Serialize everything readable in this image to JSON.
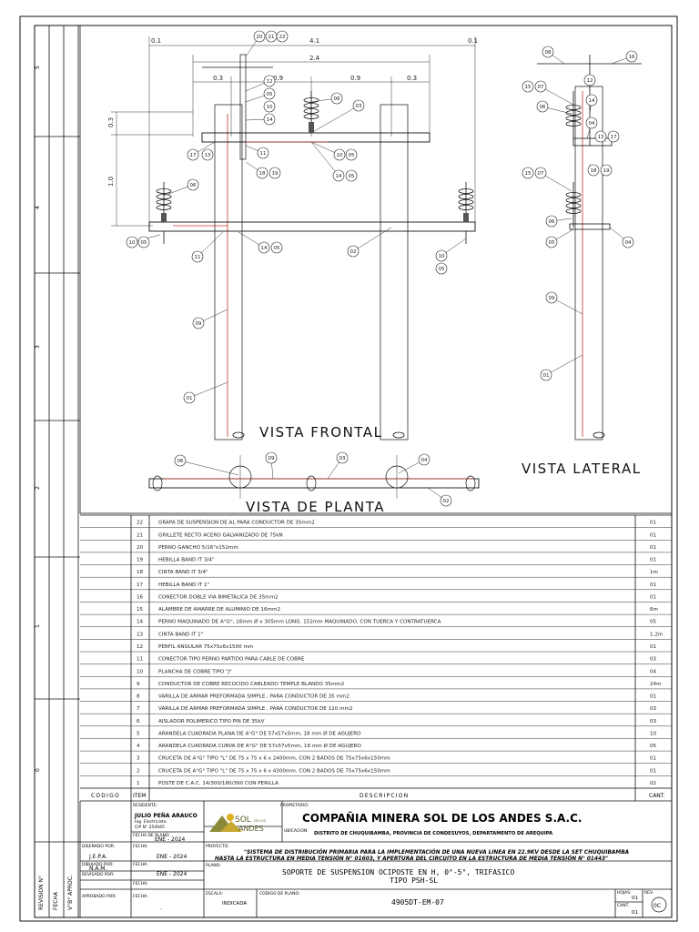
{
  "views": {
    "front": "VISTA FRONTAL",
    "side": "VISTA LATERAL",
    "plan": "VISTA DE PLANTA"
  },
  "dimensions": {
    "top_total": "4.1",
    "sub_total": "2.4",
    "d1": "0.3",
    "d2": "0.9",
    "d3": "0.9",
    "d4": "0.3",
    "edge": "0.1",
    "vertical_top": "0.3",
    "vertical_mid": "1.0"
  },
  "callouts_front": [
    "20",
    "21",
    "22",
    "12",
    "05",
    "10",
    "14",
    "06",
    "03",
    "17",
    "13",
    "11",
    "10",
    "05",
    "18",
    "19",
    "14",
    "05",
    "06",
    "10",
    "05",
    "11",
    "14",
    "05",
    "02",
    "10",
    "05",
    "09",
    "01"
  ],
  "callouts_side": [
    "08",
    "16",
    "15",
    "07",
    "12",
    "06",
    "14",
    "04",
    "13",
    "17",
    "18",
    "19",
    "15",
    "07",
    "06",
    "05",
    "04",
    "09",
    "01"
  ],
  "callouts_plan": [
    "06",
    "09",
    "03",
    "04",
    "02"
  ],
  "zones_left": [
    "5",
    "4",
    "3",
    "2",
    "1",
    "0"
  ],
  "bom": {
    "header_code": "CODIGO",
    "header_item": "ITEM",
    "header_desc": "DESCRIPCION",
    "header_qty": "CANT.",
    "rows": [
      {
        "item": "22",
        "desc": "GRAPA DE SUSPENSION DE AL PARA CONDUCTOR DE 35mm2",
        "qty": "01"
      },
      {
        "item": "21",
        "desc": "GRILLETE RECTO ACERO GALVANIZADO DE 75kN",
        "qty": "01"
      },
      {
        "item": "20",
        "desc": "PERNO GANCHO 5/16\"x152mm",
        "qty": "01"
      },
      {
        "item": "19",
        "desc": "HEBILLA BAND IT 3/4\"",
        "qty": "01"
      },
      {
        "item": "18",
        "desc": "CINTA BAND IT 3/4\"",
        "qty": "1m"
      },
      {
        "item": "17",
        "desc": "HEBILLA BAND IT 1\"",
        "qty": "01"
      },
      {
        "item": "16",
        "desc": "CONECTOR DOBLE VIA BIMETALICA DE 35mm2",
        "qty": "01"
      },
      {
        "item": "15",
        "desc": "ALAMBRE DE AMARRE DE ALUMINIO DE 16mm2",
        "qty": "6m"
      },
      {
        "item": "14",
        "desc": "PERNO MAQUINADO DE A°G°, 16mm Ø x 305mm LONG. 152mm MAQUINADO, CON TUERCA Y CONTRATUERCA",
        "qty": "05"
      },
      {
        "item": "13",
        "desc": "CINTA BAND IT 1\"",
        "qty": "1.2m"
      },
      {
        "item": "12",
        "desc": "PERFIL ANGULAR 75x75x6x1500 mm",
        "qty": "01"
      },
      {
        "item": "11",
        "desc": "CONECTOR TIPO PERNO PARTIDO PARA CABLE DE COBRE",
        "qty": "03"
      },
      {
        "item": "10",
        "desc": "PLANCHA DE COBRE TIPO \"J\"",
        "qty": "04"
      },
      {
        "item": "9",
        "desc": "CONDUCTOR DE COBRE RECOCIDO CABLEADO TEMPLE BLANDO 35mm2",
        "qty": "24m"
      },
      {
        "item": "8",
        "desc": "VARILLA DE ARMAR PREFORMADA SIMPLE , PARA CONDUCTOR DE 35 mm2",
        "qty": "01"
      },
      {
        "item": "7",
        "desc": "VARILLA DE ARMAR PREFORMADA SIMPLE , PARA CONDUCTOR DE 120 mm2",
        "qty": "03"
      },
      {
        "item": "6",
        "desc": "AISLADOR POLIMERICO TIPO PIN DE 35kV",
        "qty": "03"
      },
      {
        "item": "5",
        "desc": "ARANDELA CUADRADA PLANA DE A°G° DE 57x57x5mm, 18 mm Ø DE AGUJERO",
        "qty": "10"
      },
      {
        "item": "4",
        "desc": "ARANDELA CUADRADA CURVA DE A°G° DE 57x57x5mm, 18 mm Ø DE AGUJERO",
        "qty": "05"
      },
      {
        "item": "3",
        "desc": "CRUCETA DE A°G° TIPO \"L\" DE 75 x 75 x 6 x 2400mm, CON 2 BADOS DE 75x75x6x150mm",
        "qty": "01"
      },
      {
        "item": "2",
        "desc": "CRUCETA DE A°G° TIPO \"L\" DE 75 x 75 x 6 x 4300mm, CON 2 BADOS DE 75x75x6x150mm",
        "qty": "01"
      },
      {
        "item": "1",
        "desc": "POSTE DE C.A.C. 14/300/180/390 CON PERILLA",
        "qty": "02"
      }
    ]
  },
  "title_block": {
    "responsable_label": "RESIDENTE:",
    "responsable_name": "JULIO PEÑA ARAUCO",
    "responsable_title": "Ing. Electricista",
    "responsable_cip": "CIP N° 254945",
    "fecha_plano_label": "FECHA DE PLANO:",
    "fecha_plano": "ENE - 2024",
    "disenado_label": "DISEÑADO POR:",
    "disenado": "J.E.P.A.",
    "dibujado_label": "DIBUJADO POR:",
    "dibujado": "N.A.M.",
    "revisado_label": "REVISADO POR:",
    "revisado": "",
    "aprobado_label": "APROBADO POR:",
    "aprobado": "",
    "fecha_label": "FECHA:",
    "fecha1": "ENE - 2024",
    "fecha2": "ENE - 2024",
    "fecha3": "-",
    "fecha4": "-",
    "propietario_label": "PROPIETARIO:",
    "company": "COMPAÑIA MINERA SOL DE LOS ANDES S.A.C.",
    "ubicacion_label": "UBICACION:",
    "ubicacion": "DISTRITO DE CHUQUIBAMBA, PROVINCIA DE CONDESUYOS, DEPARTAMENTO DE AREQUIPA",
    "proyecto_label": "PROYECTO:",
    "proyecto_line1": "\"SISTEMA DE DISTRIBUCIÓN PRIMARIA PARA LA IMPLEMENTACIÓN DE UNA NUEVA LINEA EN 22.9KV DESDE LA SET CHUQUIBAMBA",
    "proyecto_line2": "HASTA LA ESTRUCTURA EN MEDIA TENSIÓN N° 01603, Y APERTURA DEL CIRCUITO EN LA ESTRUCTURA DE MEDIA TENSIÓN N° 01443\"",
    "plano_label": "PLANO:",
    "plano_line1": "SOPORTE DE SUSPENSION OCIPOSTE EN H, 0°-5°, TRIFASICO",
    "plano_line2": "TIPO PSH-SL",
    "escala_label": "ESCALA:",
    "escala": "INDICADA",
    "codigo_label": "CODIGO DE PLANO:",
    "codigo": "4905DT-EM-07",
    "hojas_label": "HOJAS:",
    "hojas": "01",
    "cant_label": "CANT.",
    "cant": "01",
    "rev_label": "REV.",
    "rev": "0C",
    "logo_sol": "SOL",
    "logo_de_los": "DE LOS",
    "logo_andes": "ANDES",
    "side_revision": "REVISION N°",
    "side_fecha": "FECHA",
    "side_aproc": "APROC.",
    "side_vbo": "V°B°"
  }
}
